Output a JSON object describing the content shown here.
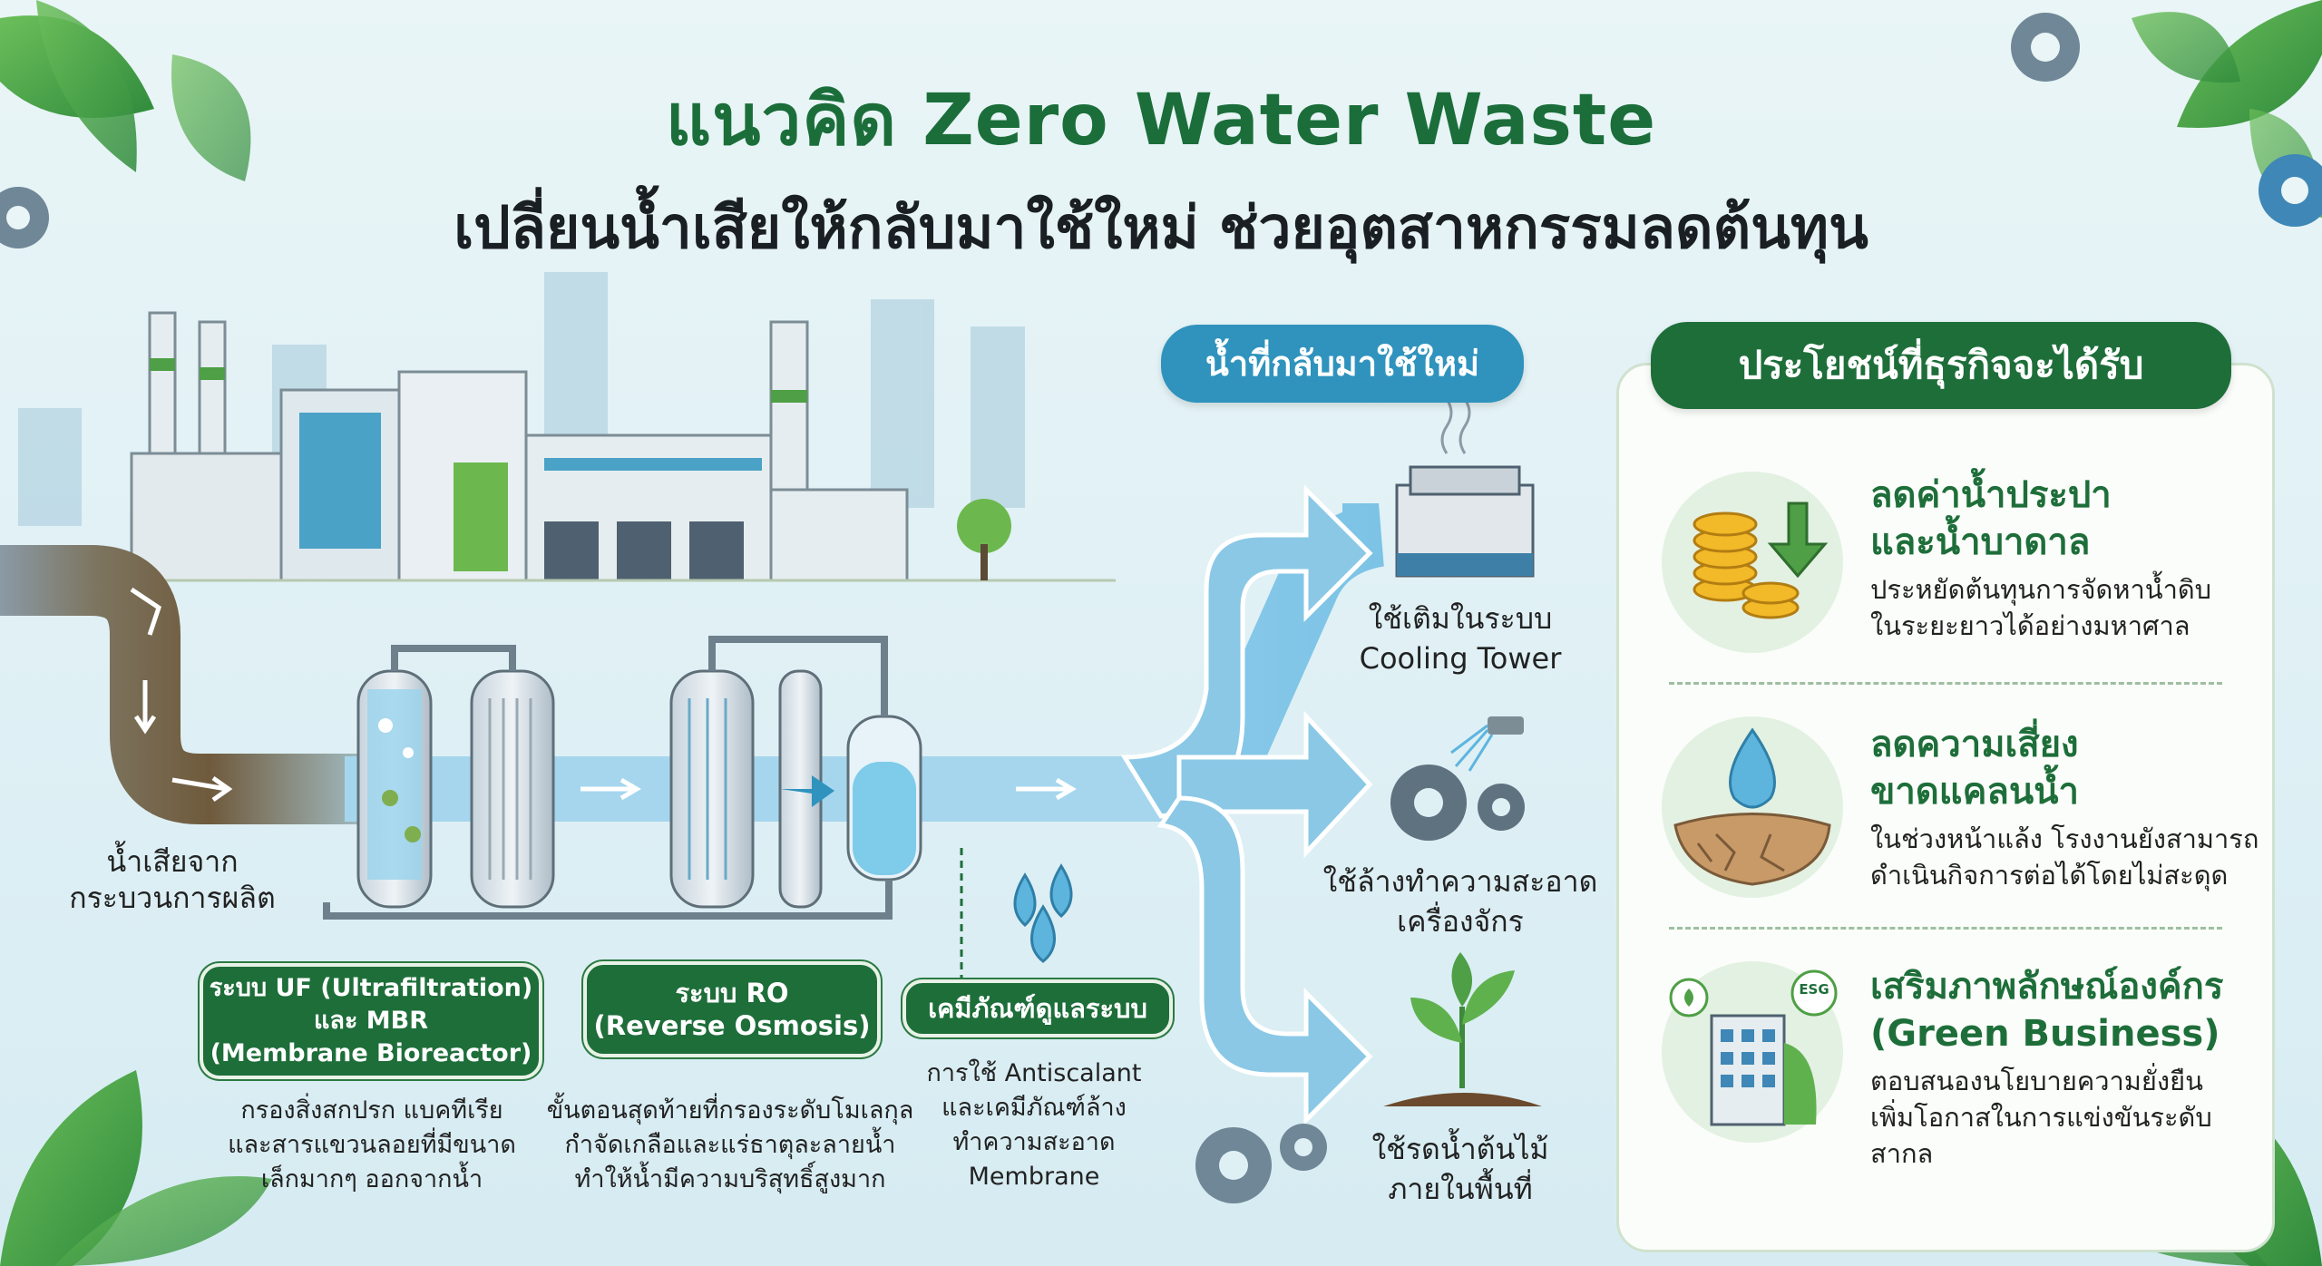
{
  "title": "แนวคิด Zero Water Waste",
  "subtitle": "เปลี่ยนน้ำเสียให้กลับมาใช้ใหม่ ช่วยอุตสาหกรรมลดต้นทุน",
  "wastewater_label": "น้ำเสียจาก\nกระบวนการผลิต",
  "recycled_pill": "น้ำที่กลับมาใช้ใหม่",
  "systems": [
    {
      "name": "ระบบ UF (Ultrafiltration)\nและ MBR\n(Membrane Bioreactor)",
      "desc": "กรองสิ่งสกปรก แบคทีเรีย\nและสารแขวนลอยที่มีขนาด\nเล็กมากๆ ออกจากน้ำ"
    },
    {
      "name": "ระบบ RO\n(Reverse Osmosis)",
      "desc": "ขั้นตอนสุดท้ายที่กรองระดับโมเลกุล\nกำจัดเกลือและแร่ธาตุละลายน้ำ\nทำให้น้ำมีความบริสุทธิ์สูงมาก"
    },
    {
      "name": "เคมีภัณฑ์ดูแลระบบ",
      "desc": "การใช้ Antiscalant\nและเคมีภัณฑ์ล้าง\nทำความสะอาด\nMembrane"
    }
  ],
  "uses": [
    {
      "label": "ใช้เติมในระบบ\nCooling Tower",
      "icon": "cooling-tower-icon"
    },
    {
      "label": "ใช้ล้างทำความสะอาด\nเครื่องจักร",
      "icon": "gear-spray-icon"
    },
    {
      "label": "ใช้รดน้ำต้นไม้\nภายในพื้นที่",
      "icon": "plant-icon"
    }
  ],
  "benefits": {
    "header": "ประโยชน์ที่ธุรกิจจะได้รับ",
    "items": [
      {
        "title": "ลดค่าน้ำประปา\nและน้ำบาดาล",
        "desc": "ประหยัดต้นทุนการจัดหาน้ำดิบ\nในระยะยาวได้อย่างมหาศาล",
        "icon": "coins-down-icon"
      },
      {
        "title": "ลดความเสี่ยง\nขาดแคลนน้ำ",
        "desc": "ในช่วงหน้าแล้ง โรงงานยังสามารถ\nดำเนินกิจการต่อได้โดยไม่สะดุด",
        "icon": "water-drop-dry-soil-icon"
      },
      {
        "title": "เสริมภาพลักษณ์องค์กร\n(Green Business)",
        "desc": "ตอบสนองนโยบายความยั่งยืน\nเพิ่มโอกาสในการแข่งขันระดับสากล",
        "icon": "green-building-esg-icon"
      }
    ],
    "esg_badge": "ESG"
  },
  "colors": {
    "green": "#1e6e3a",
    "blue_pill": "#2f93bd",
    "water": "#8fcde8",
    "brown": "#7a6040"
  }
}
